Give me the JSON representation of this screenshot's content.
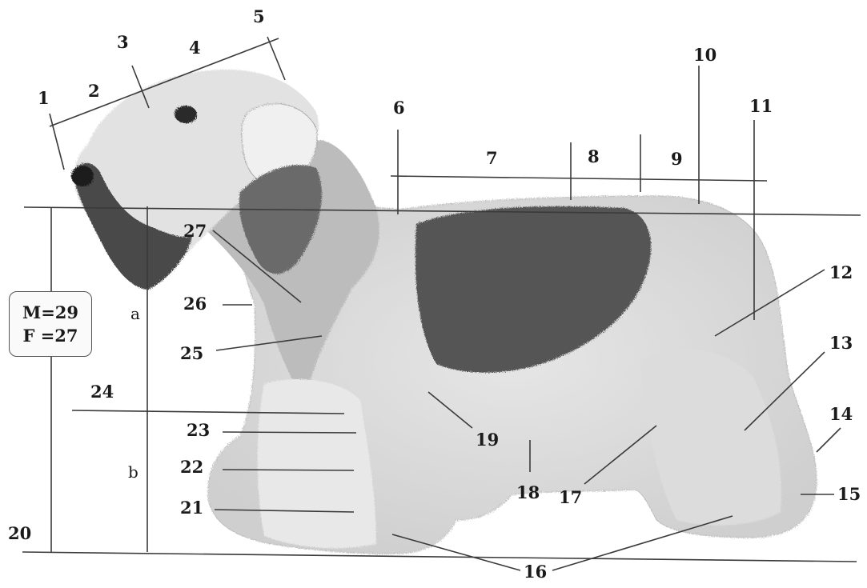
{
  "figure": {
    "height_box": {
      "male": "M=29",
      "female": "F =27"
    },
    "side_labels": {
      "a": "a",
      "b": "b"
    },
    "callouts": [
      {
        "id": "1",
        "label": "1"
      },
      {
        "id": "2",
        "label": "2"
      },
      {
        "id": "3",
        "label": "3"
      },
      {
        "id": "4",
        "label": "4"
      },
      {
        "id": "5",
        "label": "5"
      },
      {
        "id": "6",
        "label": "6"
      },
      {
        "id": "7",
        "label": "7"
      },
      {
        "id": "8",
        "label": "8"
      },
      {
        "id": "9",
        "label": "9"
      },
      {
        "id": "10",
        "label": "10"
      },
      {
        "id": "11",
        "label": "11"
      },
      {
        "id": "12",
        "label": "12"
      },
      {
        "id": "13",
        "label": "13"
      },
      {
        "id": "14",
        "label": "14"
      },
      {
        "id": "15",
        "label": "15"
      },
      {
        "id": "16",
        "label": "16"
      },
      {
        "id": "17",
        "label": "17"
      },
      {
        "id": "18",
        "label": "18"
      },
      {
        "id": "19",
        "label": "19"
      },
      {
        "id": "20",
        "label": "20"
      },
      {
        "id": "21",
        "label": "21"
      },
      {
        "id": "22",
        "label": "22"
      },
      {
        "id": "23",
        "label": "23"
      },
      {
        "id": "24",
        "label": "24"
      },
      {
        "id": "25",
        "label": "25"
      },
      {
        "id": "26",
        "label": "26"
      },
      {
        "id": "27",
        "label": "27"
      }
    ]
  }
}
